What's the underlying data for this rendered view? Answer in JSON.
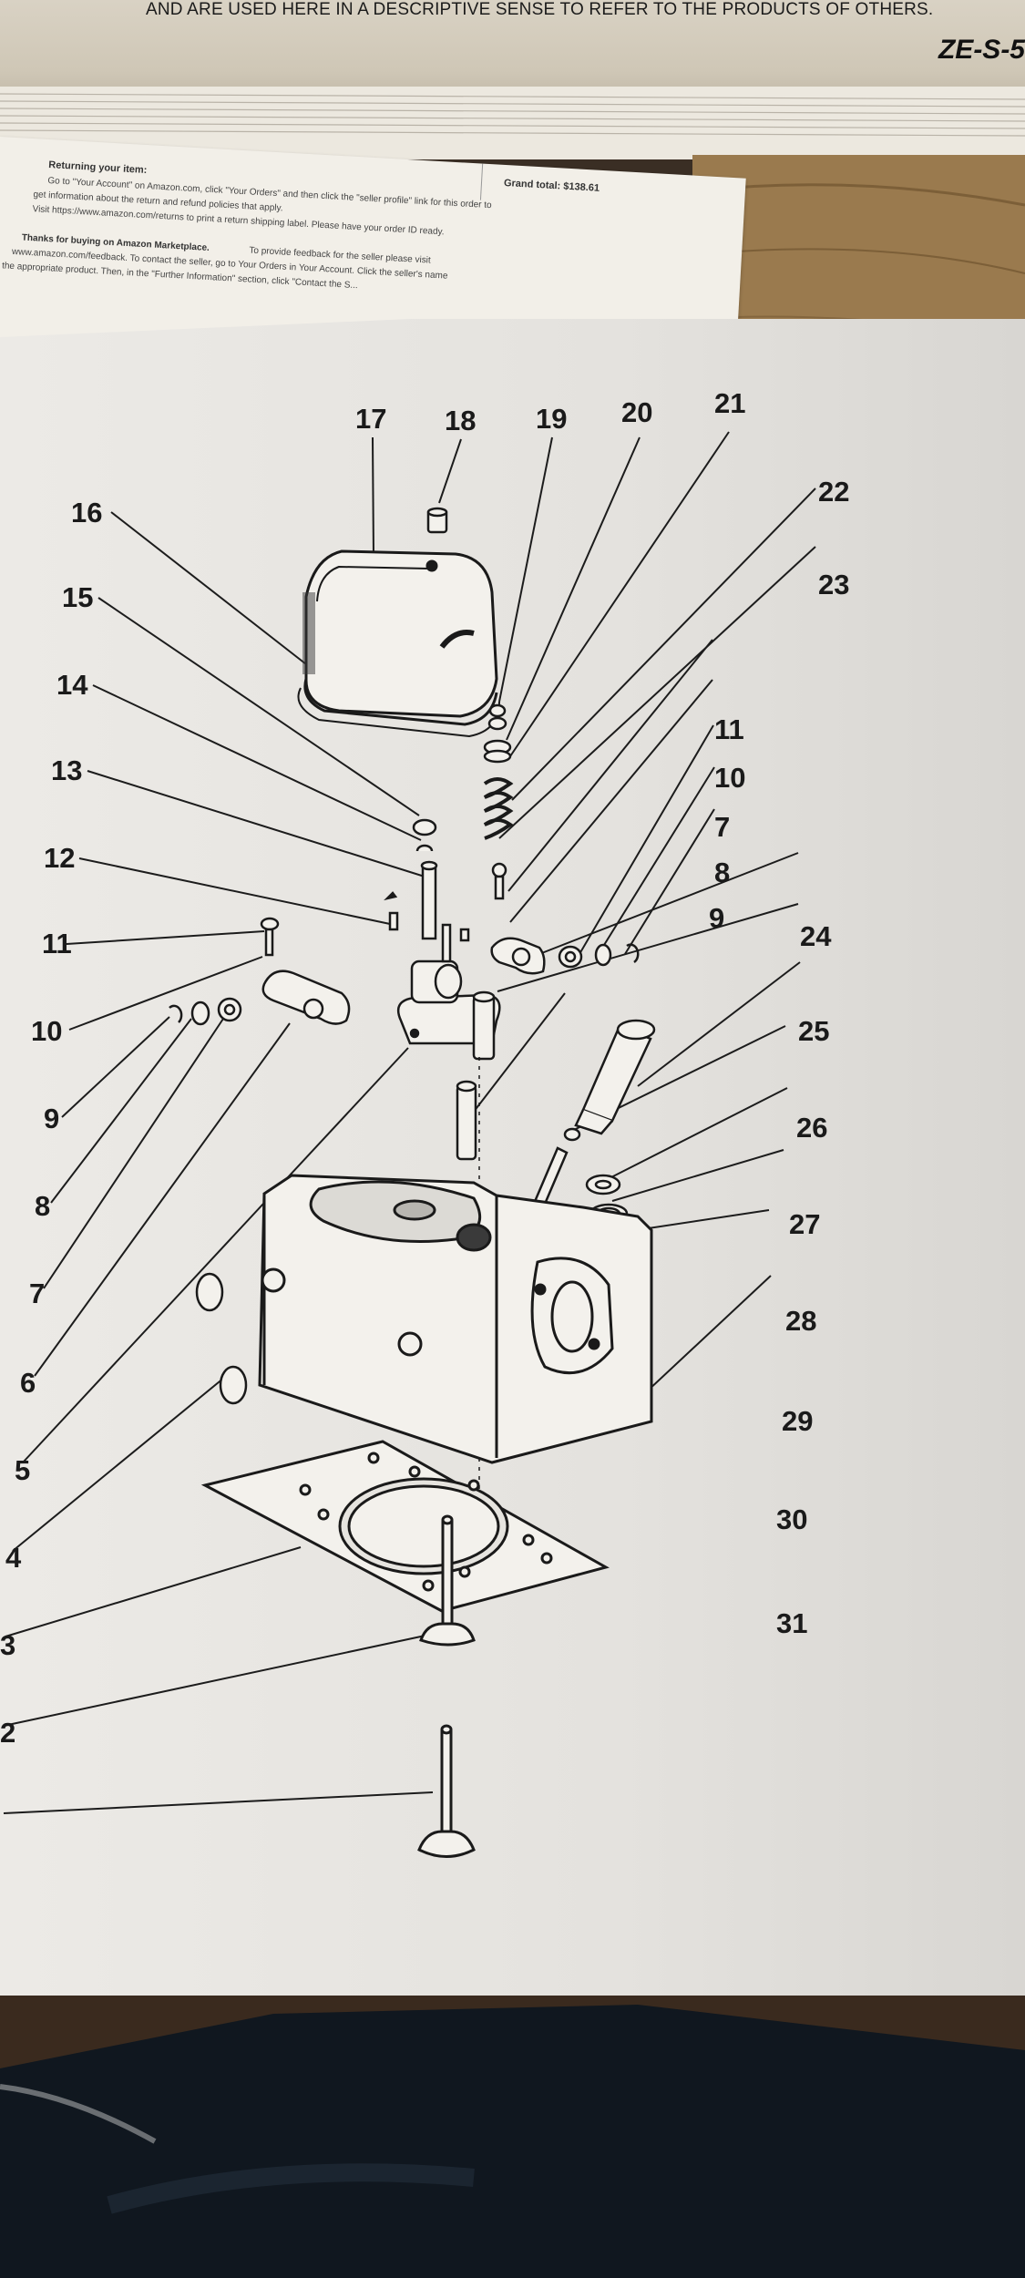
{
  "photo": {
    "top_caption": "AND ARE USED HERE IN A DESCRIPTIVE SENSE TO REFER TO THE PRODUCTS OF OTHERS.",
    "corner_code": "ZE-S-5"
  },
  "receipt": {
    "returning_heading": "Returning your item:",
    "returning_line1": "Go to \"Your Account\" on Amazon.com, click \"Your Orders\" and then click the \"seller profile\" link for this order to",
    "returning_line2": "get information about the return and refund policies that apply.",
    "returning_line3": "Visit https://www.amazon.com/returns to print a return shipping label. Please have your order ID ready.",
    "grand_total": "Grand total: $138.61",
    "thanks_heading": "Thanks for buying on Amazon Marketplace.",
    "thanks_line1": "To provide feedback for the seller please visit",
    "thanks_line2": "www.amazon.com/feedback. To contact the seller, go to Your Orders in Your Account. Click the seller's name",
    "thanks_line3": "the appropriate product. Then, in the \"Further Information\" section, click \"Contact the S..."
  },
  "diagram": {
    "callouts": [
      "17",
      "18",
      "19",
      "20",
      "21",
      "22",
      "23",
      "16",
      "15",
      "14",
      "13",
      "12",
      "11",
      "10",
      "9",
      "8",
      "7",
      "6",
      "5",
      "4",
      "3",
      "2",
      "11",
      "10",
      "7",
      "8",
      "9",
      "24",
      "25",
      "26",
      "27",
      "28",
      "29",
      "30",
      "31"
    ]
  }
}
